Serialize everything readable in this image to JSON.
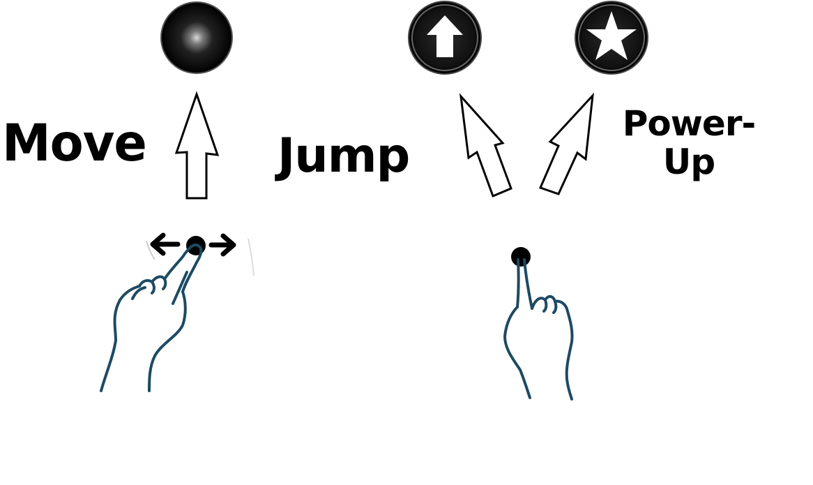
{
  "controls": [
    {
      "id": "move",
      "label": "Move",
      "icon": "joystick-knob-icon",
      "gesture": "swipe-left-right"
    },
    {
      "id": "jump",
      "label": "Jump",
      "icon": "up-arrow-icon",
      "gesture": "tap"
    },
    {
      "id": "power",
      "label_line1": "Power-",
      "label_line2": "Up",
      "icon": "star-icon",
      "gesture": "tap"
    }
  ],
  "colors": {
    "button_fill": "#111111",
    "hand_stroke": "#1d4a63",
    "text": "#000000",
    "background": "#ffffff"
  }
}
